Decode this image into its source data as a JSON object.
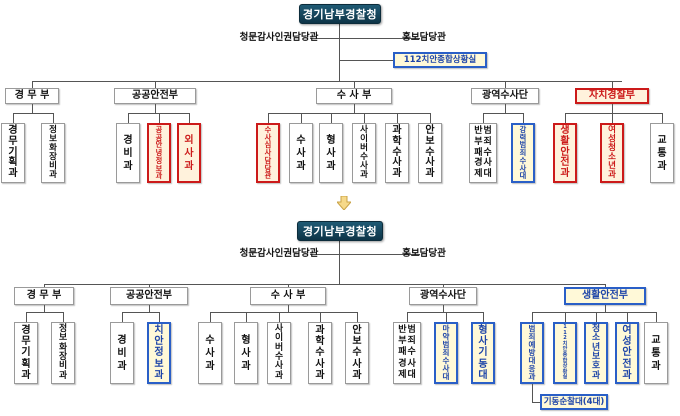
{
  "before": {
    "title": "경기남부경찰청",
    "staff": [
      "청문감사인권담당관",
      "홍보담당관"
    ],
    "center": "112치안종합상황실",
    "bureaus": [
      {
        "name": "경 무 부",
        "units": [
          "경무기획과",
          "정보화장비과"
        ]
      },
      {
        "name": "공공안전부",
        "units": [
          "경비과",
          "공공안녕정보과",
          "외사과"
        ]
      },
      {
        "name": "수 사 부",
        "units": [
          "수사심사담당관",
          "수사과",
          "형사과",
          "사이버수사과",
          "과학수사과",
          "안보수사과"
        ]
      },
      {
        "name": "광역수사단",
        "units": [
          "반부패경제범죄수사대",
          "강력범죄수사대"
        ]
      },
      {
        "name": "자치경찰부",
        "units": [
          "생활안전과",
          "여성청소년과",
          "교통과"
        ]
      }
    ]
  },
  "after": {
    "title": "경기남부경찰청",
    "staff": [
      "청문감사인권담당관",
      "홍보담당관"
    ],
    "bureaus": [
      {
        "name": "경 무 부",
        "units": [
          "경무기획과",
          "정보화장비과"
        ]
      },
      {
        "name": "공공안전부",
        "units": [
          "경비과",
          "치안정보과"
        ]
      },
      {
        "name": "수 사 부",
        "units": [
          "수사과",
          "형사과",
          "사이버수사과",
          "과학수사과",
          "안보수사과"
        ]
      },
      {
        "name": "광역수사단",
        "units": [
          "반부패경제범죄수사대",
          "마약범죄수사대",
          "형사기동대"
        ]
      },
      {
        "name": "생활안전부",
        "units": [
          "범죄예방대응과",
          "112치안종합상황실",
          "청소년보호과",
          "여성안전과",
          "교통과"
        ]
      }
    ],
    "subunit": "기동순찰대(4대)"
  },
  "colors": {
    "title_bg": "#14465d",
    "red": "#cc1a1a",
    "blue": "#2a5fc7",
    "line": "#555555"
  }
}
